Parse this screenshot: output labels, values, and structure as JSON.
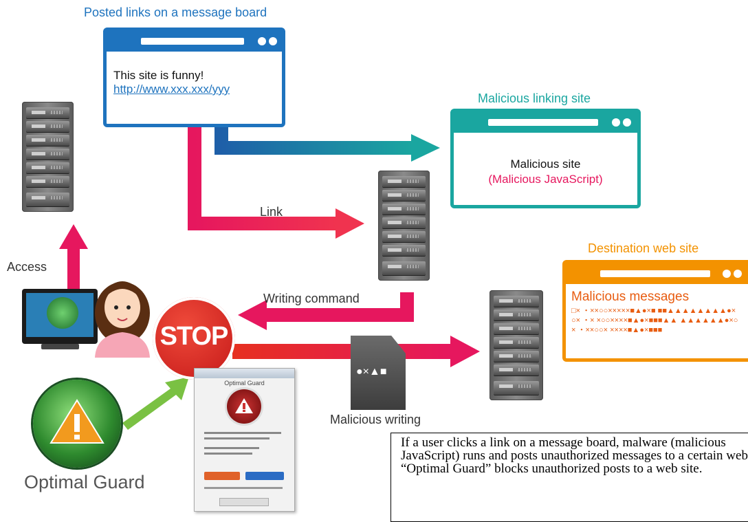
{
  "labels": {
    "posted_links_title": "Posted links on a message board",
    "post_text": "This site is funny!",
    "post_link": "http://www.xxx.xxx/yyy",
    "malicious_linking_title": "Malicious linking site",
    "malicious_site": "Malicious site",
    "malicious_js": "(Malicious JavaScript)",
    "link": "Link",
    "destination_title": "Destination web site",
    "malicious_messages": "Malicious messages",
    "messages_garble": "□× ・××○○×××××■▲●×■ ■■▲▲▲▲▲▲▲▲●×○× ・× ×○○××××■▲●×■■■▲▲ ▲▲▲▲▲▲●×○× ・××○○× ××××■▲●×■■■",
    "access": "Access",
    "writing_command": "Writing command",
    "stop": "STOP",
    "file_glyphs": "●×▲■",
    "malicious_writing": "Malicious writing",
    "optimal_guard": "Optimal Guard",
    "dialog_title": "Optimal Guard",
    "caption": "If a user clicks a link on a message board, malware (malicious JavaScript) runs and posts unauthorized messages to a certain web site. “Optimal Guard” blocks unauthorized posts to a web site."
  },
  "colors": {
    "blue": "#1e73be",
    "teal": "#1aa6a0",
    "orange": "#f39200",
    "magenta": "#e6175e",
    "green": "#7ac143",
    "stop_red": "#d62121"
  }
}
